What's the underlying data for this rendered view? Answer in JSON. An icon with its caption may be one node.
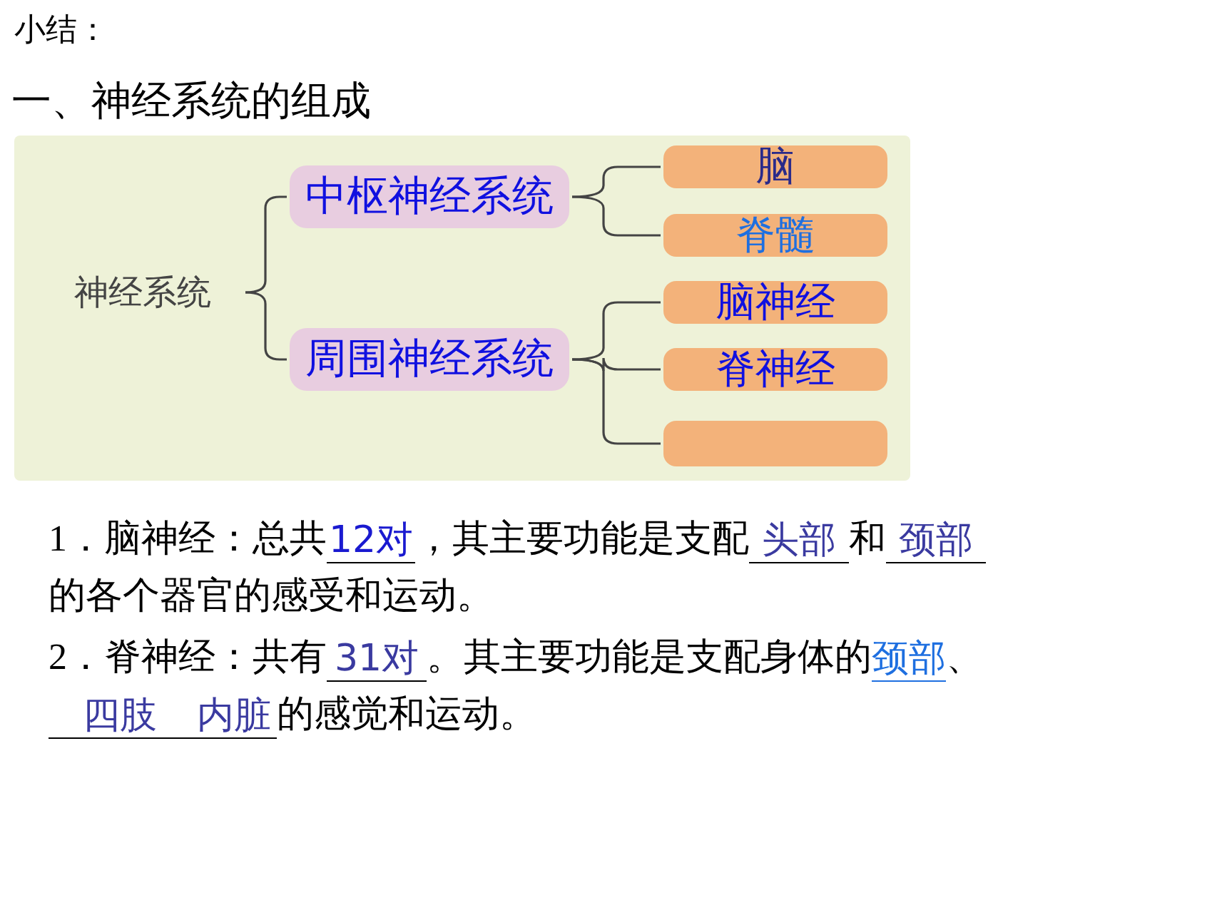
{
  "diagram": {
    "title": "一、神经系统的组成",
    "nodes": [
      {
        "text": [
          "神经系统"
        ]
      },
      {
        "text": [
          "中枢神经系统"
        ]
      },
      {
        "text": [
          "周围神经系统"
        ]
      },
      {
        "text": [
          "脑"
        ]
      },
      {
        "text": [
          "脊髓"
        ]
      },
      {
        "text": [
          "脑神经"
        ]
      },
      {
        "text": [
          "脊神经"
        ]
      },
      {
        "text": [],
        "shape": "box"
      }
    ],
    "edges": [
      {
        "from": 0,
        "to": 1,
        "arrow": "none"
      },
      {
        "from": 0,
        "to": 2,
        "arrow": "none"
      },
      {
        "from": 1,
        "to": 3,
        "arrow": "none"
      },
      {
        "from": 1,
        "to": 4,
        "arrow": "none"
      },
      {
        "from": 2,
        "to": 5,
        "arrow": "none"
      },
      {
        "from": 2,
        "to": 6,
        "arrow": "none"
      },
      {
        "from": 2,
        "to": 7,
        "arrow": "none"
      }
    ],
    "labels": [
      "小结：",
      "1．脑神经：总共",
      "12对",
      "，其主要功能是支配",
      "头部",
      "和",
      "颈部",
      "的各个器官的感受和运动。",
      "2．脊神经：共有",
      "31对",
      "。其主要功能是支配身体的",
      "颈部",
      "、",
      "四肢",
      "内脏",
      "的感觉和运动。"
    ]
  }
}
